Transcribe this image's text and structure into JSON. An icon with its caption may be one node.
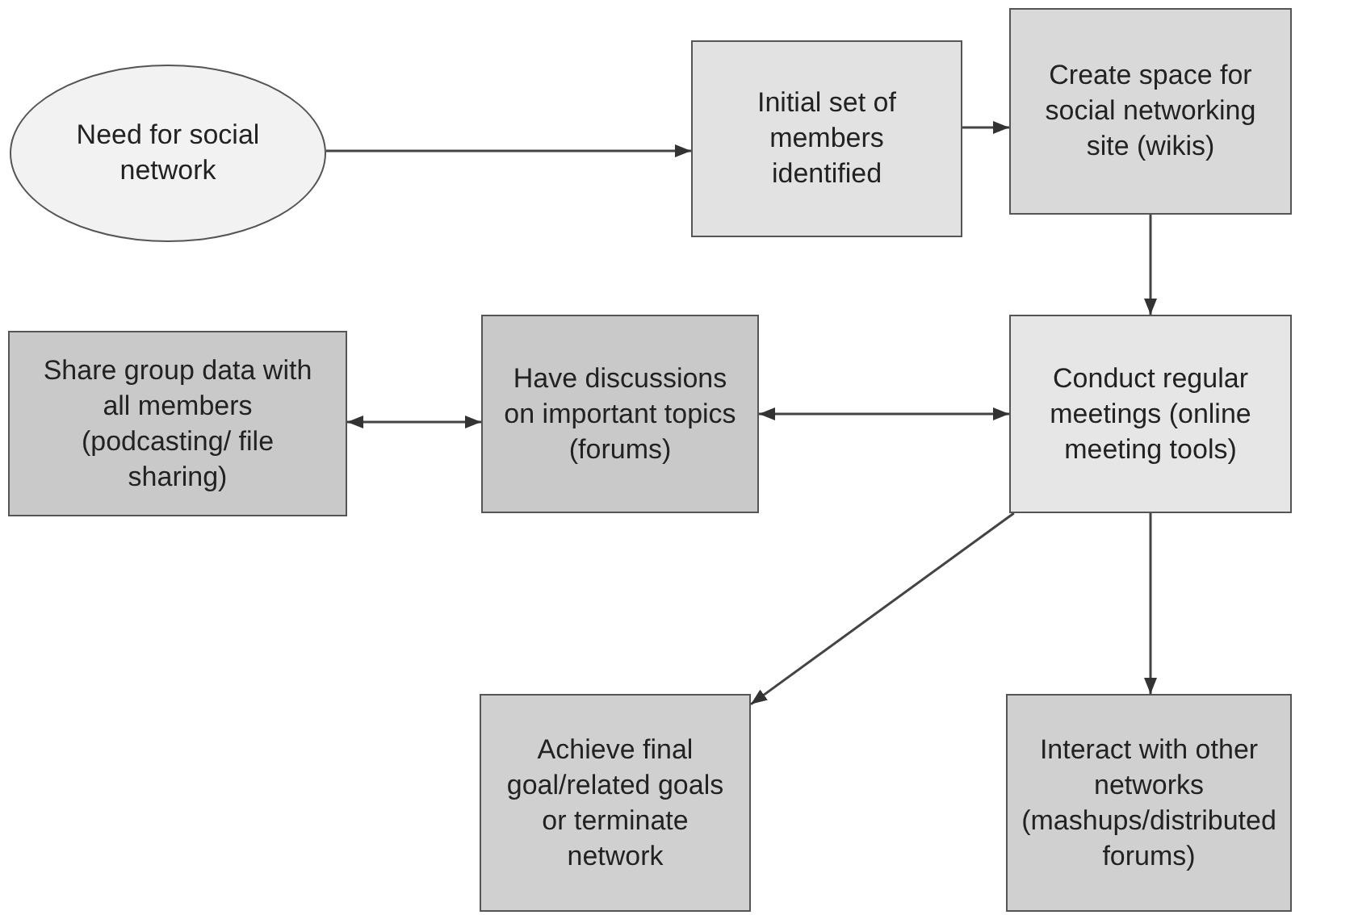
{
  "diagram": {
    "nodes": [
      {
        "text": [
          "Need for social network"
        ]
      },
      {
        "text": [
          "Initial set of members identified"
        ]
      },
      {
        "text": [
          "Create space for social networking site (wikis)"
        ]
      },
      {
        "text": [
          "Share group data with all members (podcasting/ file sharing)"
        ]
      },
      {
        "text": [
          "Have discussions on important topics (forums)"
        ]
      },
      {
        "text": [
          "Conduct regular meetings (online meeting tools)"
        ]
      },
      {
        "text": [
          "Achieve final goal/related goals or terminate network"
        ]
      },
      {
        "text": [
          "Interact with other networks (mashups/distributed forums)"
        ]
      }
    ],
    "edges": [
      {
        "from": 0,
        "to": 1,
        "arrow": "to"
      },
      {
        "from": 1,
        "to": 2,
        "arrow": "to"
      },
      {
        "from": 2,
        "to": 5,
        "arrow": "to"
      },
      {
        "from": 5,
        "to": 4,
        "arrow": "both"
      },
      {
        "from": 4,
        "to": 3,
        "arrow": "both"
      },
      {
        "from": 5,
        "to": 6,
        "arrow": "to"
      },
      {
        "from": 5,
        "to": 7,
        "arrow": "to"
      }
    ]
  }
}
